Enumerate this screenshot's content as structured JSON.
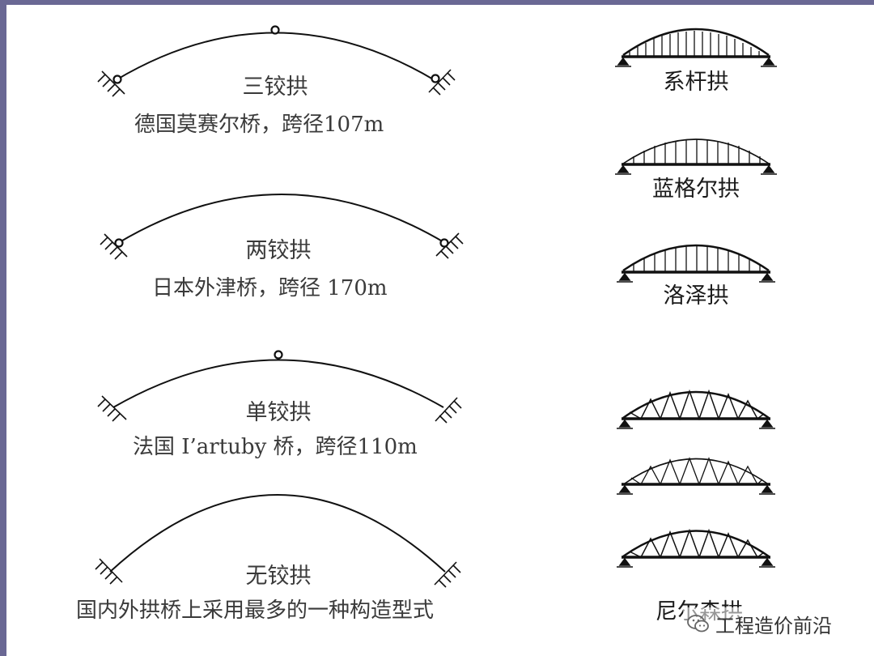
{
  "arches": [
    {
      "key": "three-hinged",
      "type": "三铰拱",
      "example": "德国莫赛尔桥，跨径107m"
    },
    {
      "key": "two-hinged",
      "type": "两铰拱",
      "example": "日本外津桥，跨径 170m"
    },
    {
      "key": "single-hinged",
      "type": "单铰拱",
      "example": "法国 I’artuby 桥，跨径110m"
    },
    {
      "key": "hingeless",
      "type": "无铰拱",
      "example": "国内外拱桥上采用最多的一种构造型式"
    }
  ],
  "truss_types": [
    {
      "key": "tied-arch",
      "label": "系杆拱"
    },
    {
      "key": "langer-arch",
      "label": "蓝格尔拱"
    },
    {
      "key": "lohse-arch",
      "label": "洛泽拱"
    },
    {
      "key": "nielsen-arch",
      "label": "尼尔森拱"
    }
  ],
  "watermark": {
    "text": "工程造价前沿",
    "icon": "wechat-icon"
  },
  "colors": {
    "frame": "#6a6894",
    "line": "#111111",
    "text": "#3a3a3a"
  }
}
